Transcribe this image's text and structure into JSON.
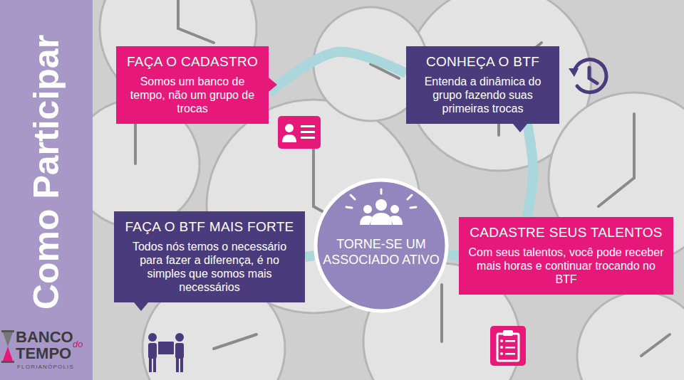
{
  "diagram": {
    "nodes": [
      {
        "text": [
          "FAÇA O CADASTRO",
          "Somos um banco de tempo, não um grupo de trocas"
        ]
      },
      {
        "text": [
          "CONHEÇA O BTF",
          "Entenda a dinâmica do grupo fazendo suas primeiras trocas"
        ]
      },
      {
        "text": [
          "CADASTRE SEUS TALENTOS",
          "Com seus talentos, você pode receber mais horas e continuar trocando no BTF"
        ]
      },
      {
        "text": [
          "FAÇA O BTF MAIS FORTE",
          "Todos nós temos o necessário para fazer a diferença, é no simples que somos mais necessários"
        ]
      },
      {
        "text": [
          "TORNE-SE UM ASSOCIADO ATIVO"
        ]
      }
    ],
    "edges": [
      {
        "from": 0,
        "to": 1,
        "arrow": "none"
      },
      {
        "from": 1,
        "to": 2,
        "arrow": "none"
      },
      {
        "from": 2,
        "to": 4,
        "arrow": "none"
      },
      {
        "from": 4,
        "to": 3,
        "arrow": "none"
      }
    ],
    "labels": [
      "Como Participar",
      "BANCO",
      "do",
      "TEMPO",
      "FLORIANÓPOLIS"
    ]
  }
}
